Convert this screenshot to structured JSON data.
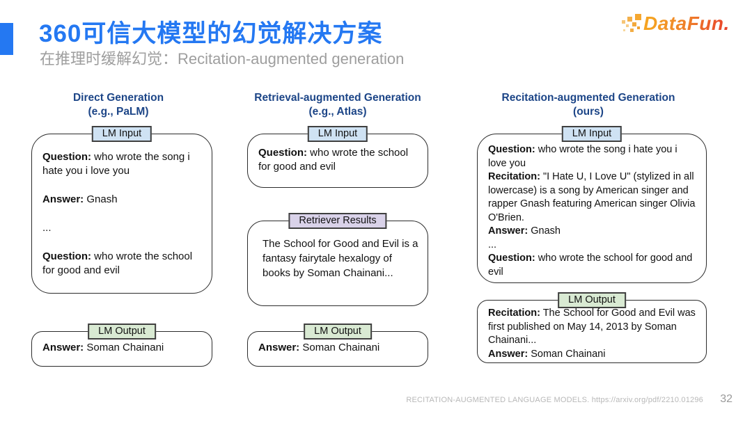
{
  "slide": {
    "title": "360可信大模型的幻觉解决方案",
    "subtitle": "在推理时缓解幻觉：Recitation-augmented generation",
    "footer_citation": "RECITATION-AUGMENTED LANGUAGE MODELS. https://arxiv.org/pdf/2210.01296",
    "page_number": "32"
  },
  "logo": {
    "wordmark": "DataFun."
  },
  "colors": {
    "title_blue": "#2478f2",
    "header_dark_blue": "#1c4587",
    "lm_input_tag_bg": "#cfe2f3",
    "retriever_tag_bg": "#d9d2e9",
    "lm_output_tag_bg": "#d9ead3",
    "logo_gradient_start": "#f5a322",
    "logo_gradient_end": "#e8432b"
  },
  "columns": [
    {
      "id": "direct-generation",
      "header_line1": "Direct Generation",
      "header_line2": "(e.g., PaLM)",
      "boxes": {
        "input": {
          "label": "LM Input",
          "paragraphs": [
            {
              "b": "Question:",
              "t": " who wrote the song i hate you i love you"
            },
            {
              "b": "Answer:",
              "t": " Gnash"
            },
            {
              "b": "",
              "t": "..."
            },
            {
              "b": "Question:",
              "t": " who wrote the school for good and evil"
            }
          ]
        },
        "output": {
          "label": "LM Output",
          "paragraphs": [
            {
              "b": "Answer:",
              "t": " Soman Chainani"
            }
          ]
        }
      }
    },
    {
      "id": "retrieval-augmented-generation",
      "header_line1": "Retrieval-augmented Generation",
      "header_line2": "(e.g., Atlas)",
      "boxes": {
        "input": {
          "label": "LM Input",
          "paragraphs": [
            {
              "b": "Question:",
              "t": " who wrote the school for good and evil"
            }
          ]
        },
        "retriever": {
          "label": "Retriever Results",
          "paragraphs": [
            {
              "b": "",
              "t": "The School for Good and Evil is a fantasy fairytale hexalogy of books by Soman Chainani..."
            }
          ]
        },
        "output": {
          "label": "LM Output",
          "paragraphs": [
            {
              "b": "Answer:",
              "t": " Soman Chainani"
            }
          ]
        }
      }
    },
    {
      "id": "recitation-augmented-generation",
      "header_line1": "Recitation-augmented Generation",
      "header_line2": "(ours)",
      "boxes": {
        "input": {
          "label": "LM Input",
          "paragraphs": [
            {
              "b": "Question:",
              "t": " who wrote the song i hate you i love you"
            },
            {
              "b": "Recitation:",
              "t": " \"I Hate U, I Love U\" (stylized in all lowercase) is a song by American singer and rapper Gnash featuring American singer Olivia O'Brien."
            },
            {
              "b": "Answer:",
              "t": " Gnash"
            },
            {
              "b": "",
              "t": "..."
            },
            {
              "b": "Question:",
              "t": " who wrote the school for good and evil"
            }
          ]
        },
        "output": {
          "label": "LM Output",
          "paragraphs": [
            {
              "b": "Recitation:",
              "t": " The School for Good and Evil was first published on May 14, 2013 by Soman Chainani..."
            },
            {
              "b": "Answer:",
              "t": " Soman Chainani"
            }
          ]
        }
      }
    }
  ]
}
